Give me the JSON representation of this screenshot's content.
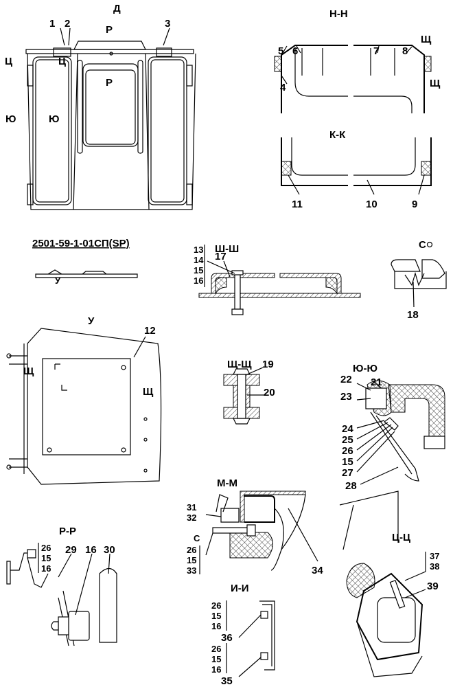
{
  "views": {
    "D": {
      "title": "Д",
      "callouts": [
        "1",
        "2",
        "3"
      ],
      "section_marks": [
        "Р",
        "Р",
        "Ц",
        "Ц",
        "Ю",
        "Ю"
      ]
    },
    "NN": {
      "title": "Н-Н",
      "callouts": [
        "5",
        "6",
        "7",
        "8",
        "4"
      ],
      "section_marks": [
        "Щ",
        "Щ"
      ]
    },
    "KK": {
      "title": "К-К",
      "callouts": [
        "11",
        "10",
        "9"
      ]
    },
    "assembly": {
      "title": "2501-59-1-01СП(SP)",
      "section_mark": "У"
    },
    "ShSh": {
      "title": "Ш-Ш",
      "callouts": [
        "13",
        "14",
        "15",
        "16",
        "17"
      ]
    },
    "C": {
      "title": "С",
      "callouts": [
        "18"
      ]
    },
    "U": {
      "title": "У",
      "callouts": [
        "12"
      ],
      "section_marks": [
        "Щ",
        "Щ"
      ]
    },
    "ShchShch": {
      "title": "Щ-Щ",
      "callouts": [
        "19",
        "20"
      ]
    },
    "YuYu": {
      "title": "Ю-Ю",
      "callouts": [
        "21",
        "22",
        "23",
        "24",
        "25",
        "26",
        "15",
        "27",
        "28"
      ]
    },
    "MM": {
      "title": "М-М",
      "callouts": [
        "31",
        "32",
        "С",
        "26",
        "15",
        "33",
        "34"
      ]
    },
    "RR": {
      "title": "Р-Р",
      "callouts": [
        "26",
        "15",
        "16",
        "29",
        "16",
        "30"
      ]
    },
    "TsTs": {
      "title": "Ц-Ц",
      "callouts": [
        "37",
        "38",
        "39"
      ]
    },
    "II": {
      "title": "И-И",
      "callouts": [
        "26",
        "15",
        "16",
        "36",
        "26",
        "15",
        "16",
        "35"
      ]
    }
  }
}
